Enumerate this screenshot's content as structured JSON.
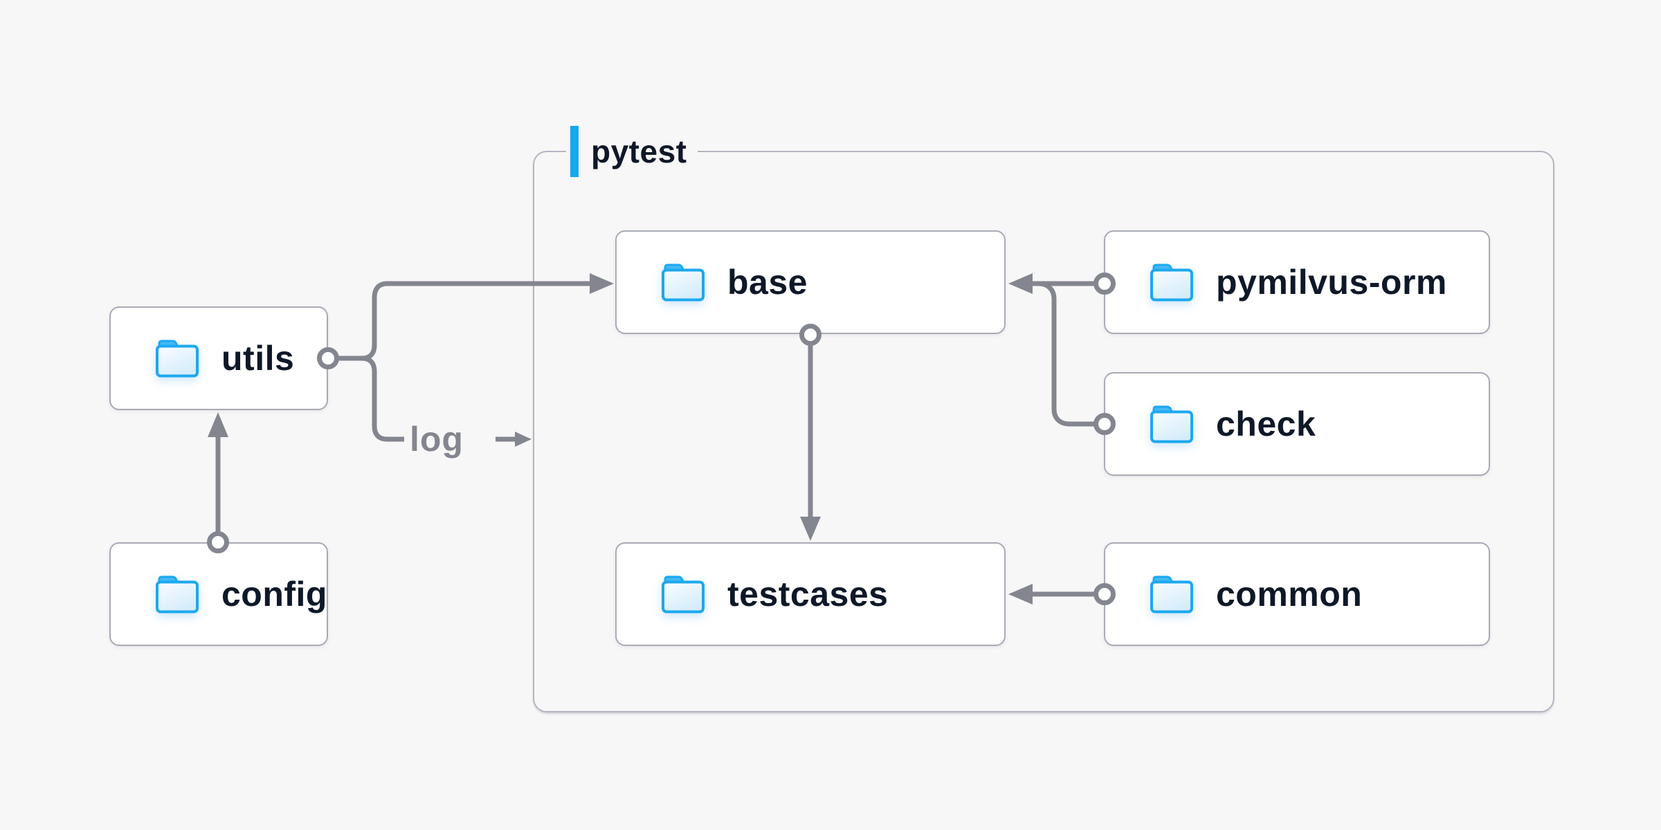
{
  "diagram": {
    "type": "folder-dependency-diagram",
    "background": "#F7F7F8",
    "group": {
      "label": "pytest",
      "accent_color": "#14A9F2",
      "border_color": "#B4B5C0",
      "contains": [
        "base",
        "pymilvus-orm",
        "check",
        "testcases",
        "common"
      ]
    },
    "nodes": {
      "utils": {
        "label": "utils",
        "icon": "folder-icon"
      },
      "config": {
        "label": "config",
        "icon": "folder-icon"
      },
      "base": {
        "label": "base",
        "icon": "folder-icon"
      },
      "pymilvus": {
        "label": "pymilvus-orm",
        "icon": "folder-icon"
      },
      "check": {
        "label": "check",
        "icon": "folder-icon"
      },
      "testcases": {
        "label": "testcases",
        "icon": "folder-icon"
      },
      "common": {
        "label": "common",
        "icon": "folder-icon"
      }
    },
    "edges": [
      {
        "from": "config",
        "to": "utils",
        "style": "circle-start arrow-end"
      },
      {
        "from": "utils",
        "to": "base",
        "style": "circle-start arrow-end"
      },
      {
        "from": "utils",
        "to": "pytest",
        "label": "log",
        "style": "circle-start small-arrow"
      },
      {
        "from": "pymilvus-orm",
        "to": "base",
        "style": "circle-start arrow-end"
      },
      {
        "from": "check",
        "to": "base",
        "style": "circle-start merges-into-pymilvus-orm-edge"
      },
      {
        "from": "base",
        "to": "testcases",
        "style": "circle-start arrow-end"
      },
      {
        "from": "common",
        "to": "testcases",
        "style": "circle-start arrow-end"
      }
    ],
    "edge_label": {
      "text": "log",
      "color": "#84868F"
    },
    "colors": {
      "background": "#F7F7F8",
      "node_fill": "#FFFFFF",
      "node_border": "#A8AAB5",
      "connector": "#84868F",
      "text": "#0F1828",
      "accent_blue": "#14A9F2",
      "folder_outline": "#1CA8F0",
      "folder_tab": "#44B9F3"
    }
  }
}
